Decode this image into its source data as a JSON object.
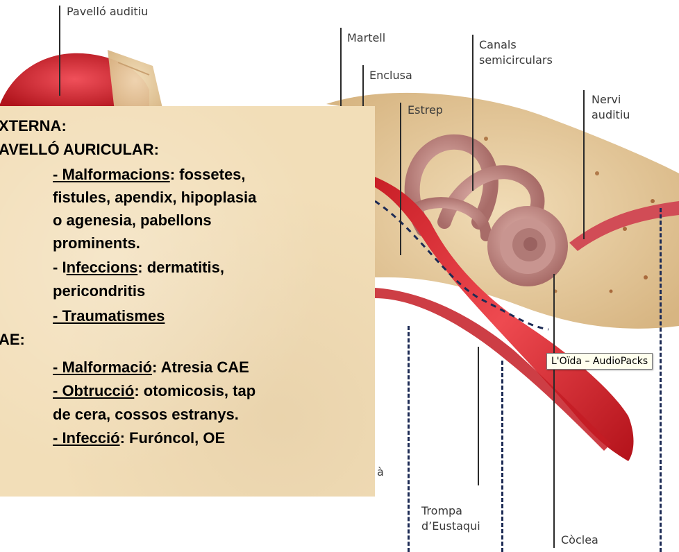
{
  "labels": {
    "pavello": "Pavelló auditiu",
    "martell": "Martell",
    "enclusa": "Enclusa",
    "estrep": "Estrep",
    "canals_1": "Canals",
    "canals_2": "semicirculars",
    "nervi_1": "Nervi",
    "nervi_2": "auditiu",
    "trompa_1": "Trompa",
    "trompa_2": "d’Eustaqui",
    "coclea": "Còclea",
    "partial": "à"
  },
  "tooltip": "L'Oïda – AudioPacks",
  "textbox": {
    "externa": "XTERNA:",
    "pavello_auricular": "AVELLÓ AURICULAR:",
    "item1_head": "- Malformacions",
    "item1_rest": ": fossetes,",
    "item1_l2": "fistules, apendix, hipoplasia",
    "item1_l3": "o agenesia, pabellons",
    "item1_l4": "prominents.",
    "item2_prefix": "- I",
    "item2_head": "nfeccions",
    "item2_rest": ": dermatitis,",
    "item2_l2": "pericondritis",
    "item3": "- Traumatismes",
    "cae": "AE:",
    "item4_head": "- Malformació",
    "item4_rest": ": Atresia CAE",
    "item5_head": "- Obtrucció",
    "item5_rest": ": otomicosis, tap",
    "item5_l2": "de cera, cossos estranys.",
    "item6_head": "- Infecció",
    "item6_rest": ": Furóncol, OE"
  },
  "colors": {
    "ear_red": "#d8242c",
    "bone": "#e8cfa4",
    "box_bg": "#f2deb8",
    "dash": "#1d2b55",
    "tooltip_bg": "#ffffee"
  }
}
